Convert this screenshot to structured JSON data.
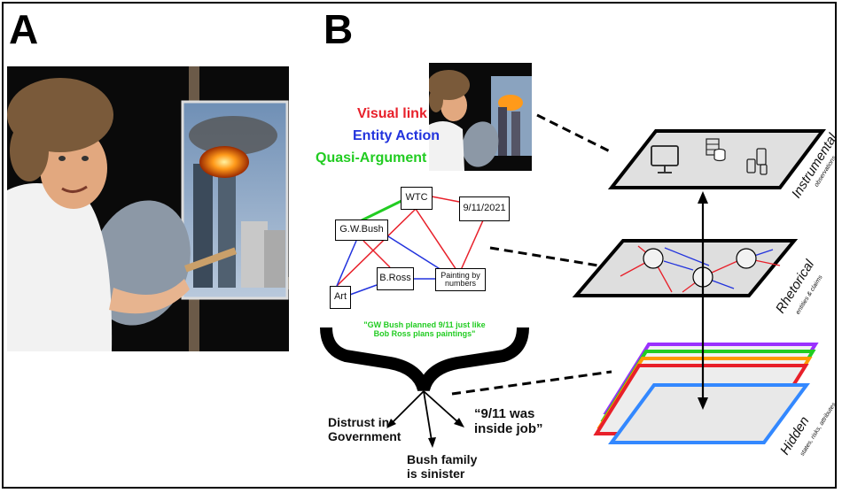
{
  "panels": {
    "a_letter": "A",
    "b_letter": "B"
  },
  "legend": {
    "visual_link": {
      "label": "Visual link",
      "color": "#e8202a"
    },
    "entity_action": {
      "label": "Entity Action",
      "color": "#2233dd"
    },
    "quasi_argument": {
      "label": "Quasi-Argument",
      "color": "#22cc22"
    }
  },
  "graph": {
    "nodes": {
      "wtc": "WTC",
      "date": "9/11/2021",
      "gwbush": "G.W.Bush",
      "bross": "B.Ross",
      "painting": "Painting by numbers",
      "art": "Art"
    }
  },
  "quote": "\"GW Bush planned 9/11 just like Bob Ross plans paintings\"",
  "conclusions": {
    "distrust": "Distrust in Government",
    "sinister": "Bush family is sinister",
    "inside_job": "“9/11 was inside job”"
  },
  "layers": {
    "instrumental": {
      "title": "Instrumental",
      "subtitle": "observations"
    },
    "rhetorical": {
      "title": "Rhetorical",
      "subtitle": "entities & claims"
    },
    "hidden": {
      "title": "Hidden",
      "subtitle": "states, risks, attributes"
    }
  },
  "icons": [
    "desktop-icon",
    "database-icon",
    "mobile-devices-icon"
  ],
  "hidden_layer_colors": [
    "#9b30ff",
    "#22cc22",
    "#ff9900",
    "#e8202a",
    "#3388ff"
  ]
}
